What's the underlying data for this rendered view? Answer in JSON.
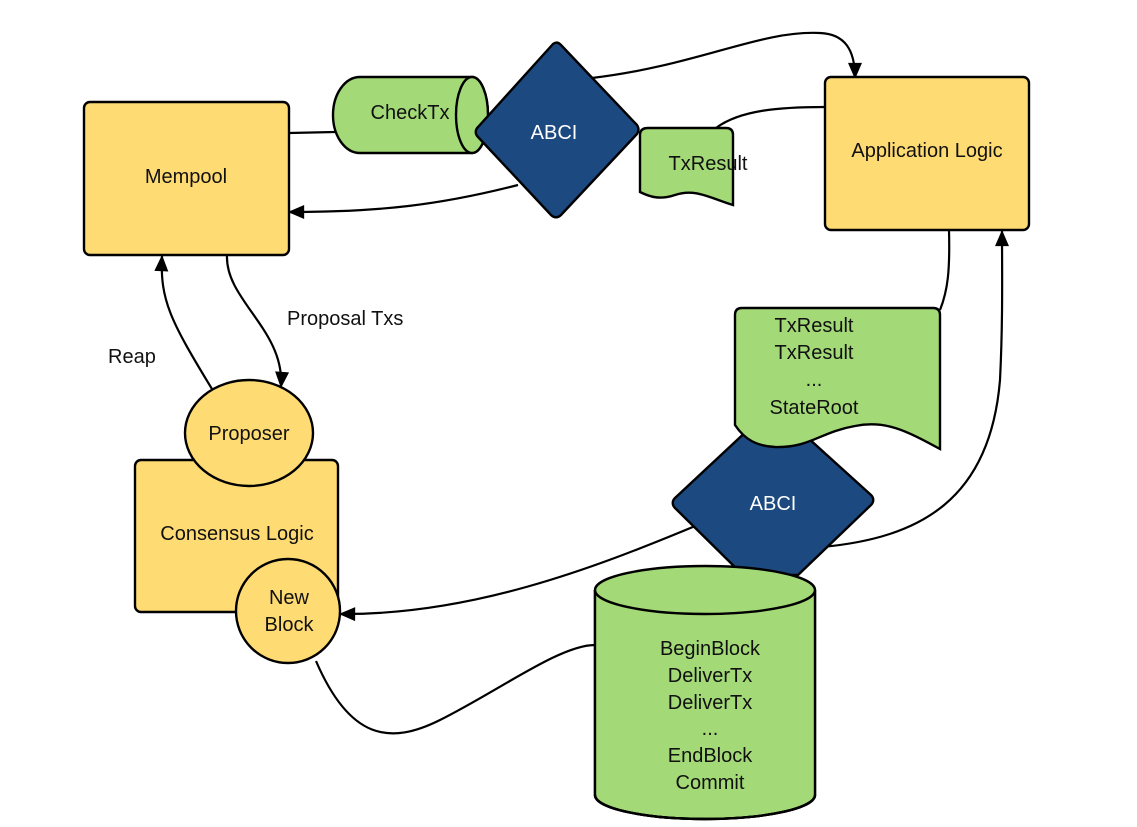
{
  "colors": {
    "yellow": "#FFDC73",
    "green": "#A3D977",
    "navy": "#1C4980",
    "line": "#000000"
  },
  "nodes": {
    "mempool": "Mempool",
    "application_logic": "Application Logic",
    "checktx": "CheckTx",
    "abci_top": "ABCI",
    "txresult_top": "TxResult",
    "proposer": "Proposer",
    "consensus_logic": "Consensus Logic",
    "new_block": [
      "New",
      "Block"
    ],
    "results_doc": [
      "TxResult",
      "TxResult",
      "...",
      "StateRoot"
    ],
    "abci_bottom": "ABCI",
    "block_store": [
      "BeginBlock",
      "DeliverTx",
      "DeliverTx",
      "...",
      "EndBlock",
      "Commit"
    ]
  },
  "edge_labels": {
    "proposal_txs": "Proposal Txs",
    "reap": "Reap"
  }
}
